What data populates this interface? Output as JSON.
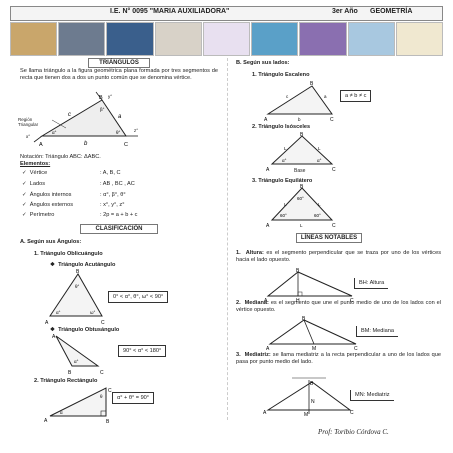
{
  "header": {
    "school": "I.E. N° 0095 \"MARIA AUXILIADORA\"",
    "grade": "3er Año",
    "subject": "GEOMETRÍA"
  },
  "left": {
    "title": "TRIÁNGULOS",
    "definition": "Se llama triángulo a la figura geométrica plana formada por tres segmentos de recta que tienen dos a dos un punto común que se denomina vértice.",
    "region_label": "Región Triangular",
    "notation": "Notación: Triángulo ABC: ΔABC.",
    "elements_label": "Elementos:",
    "elements": [
      {
        "name": "Vértice",
        "value": ": A, B, C"
      },
      {
        "name": "Lados",
        "value": ": AB , BC , AC"
      },
      {
        "name": "Ángulos internos",
        "value": ": α°, β°, θ°"
      },
      {
        "name": "Ángulos externos",
        "value": ": x°, y°, z°"
      },
      {
        "name": "Perímetro",
        "value": ": 2p = a + b + c"
      }
    ],
    "classification_title": "CLASIFICACIÓN",
    "by_angles": "A.   Según sus Ángulos:",
    "oblique": "1. Triángulo Oblicuángulo",
    "acute": "Triángulo Acutángulo",
    "acute_cond": "0° < α°, θ°, ω° < 90°",
    "obtuse": "Triángulo Obtusángulo",
    "obtuse_cond": "90° < α° < 180°",
    "right": "2. Triángulo Rectángulo",
    "right_cond": "α° + θ° = 90°"
  },
  "right": {
    "by_sides": "B.   Según sus lados:",
    "scalene": "1. Triángulo Escaleno",
    "scalene_cond": "a ≠ b ≠ c",
    "isosceles": "2. Triángulo Isósceles",
    "isosceles_base": "Base",
    "equilateral": "3. Triángulo Equilátero",
    "notable_title": "LÍNEAS NOTABLES",
    "altura_label": "Altura:",
    "altura_text": "es el segmento perpendicular que se traza por uno de los vértices hacia el lado opuesto.",
    "altura_tag": "BH: Altura",
    "mediana_label": "Mediana:",
    "mediana_text": "es el segmento que une el punto medio de uno de los lados con el vértice opuesto.",
    "mediana_tag": "BM: Mediana",
    "mediatriz_label": "Mediatriz:",
    "mediatriz_text": "se llama mediatriz a la recta perpendicular a uno de los lados que pasa por punto medio del lado.",
    "mediatriz_tag": "MN: Mediatriz"
  },
  "author": "Prof: Toribio Córdova C."
}
